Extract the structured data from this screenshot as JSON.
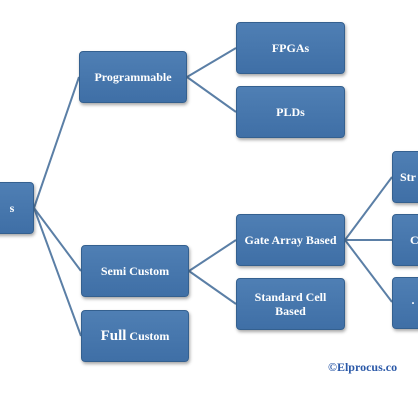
{
  "nodes": {
    "root": "s",
    "programmable": "Programmable",
    "fpgas": "FPGAs",
    "plds": "PLDs",
    "semi_custom": "Semi Custom",
    "full_custom_prefix": "Full",
    "full_custom_suffix": " Custom",
    "gate_array": "Gate Array Based",
    "standard_cell_line1": "Standard Cell",
    "standard_cell_line2": "Based",
    "right_top": "Str",
    "right_mid": "C",
    "right_bottom": "·"
  },
  "watermark": "©Elprocus.co"
}
